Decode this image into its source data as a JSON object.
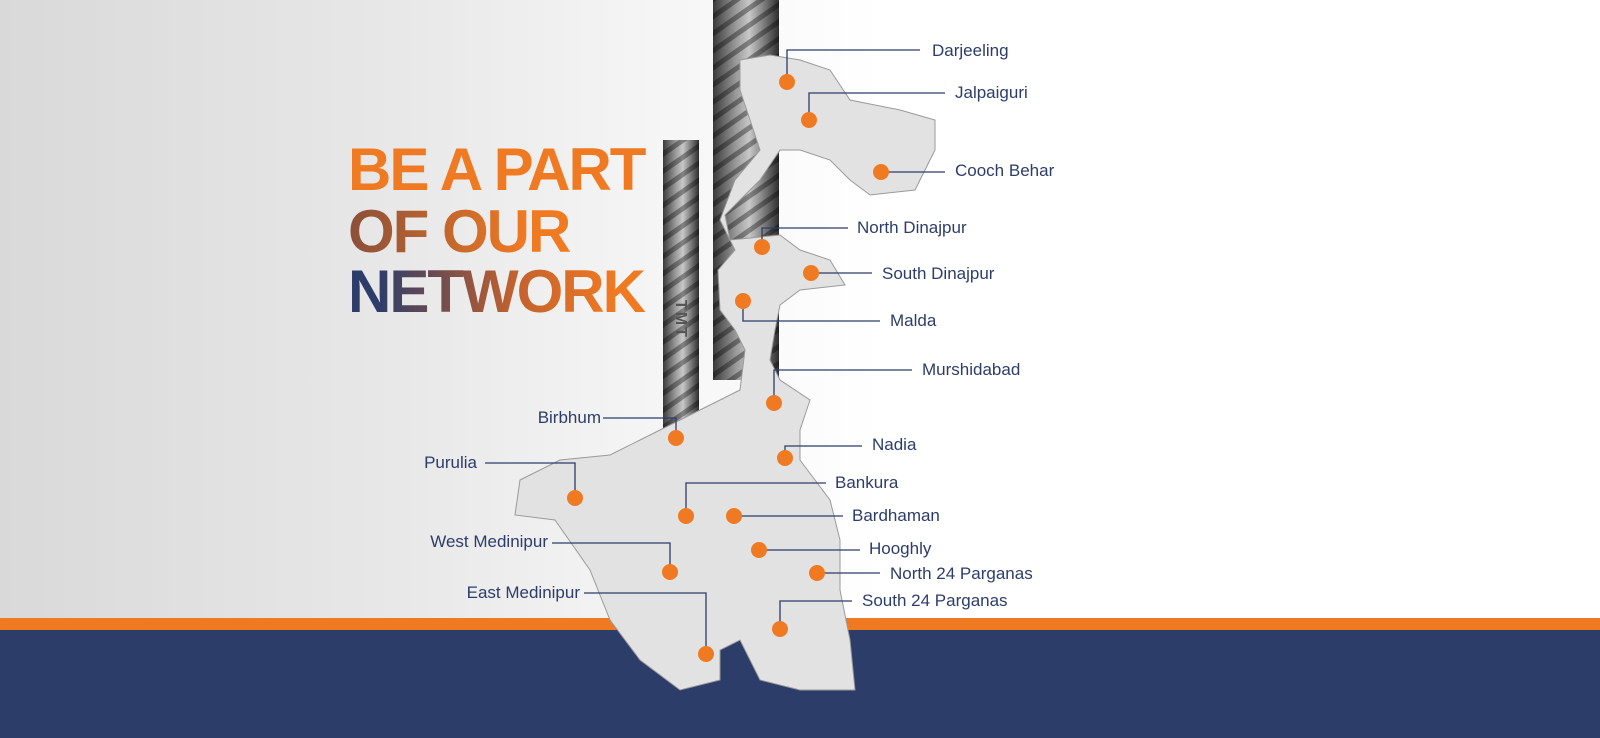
{
  "headline": {
    "line1": "BE A PART",
    "line2": "OF OUR",
    "line3": "NETWORK"
  },
  "rebar_marking": "TMT",
  "colors": {
    "orange": "#f07a22",
    "navy": "#2d3d6a",
    "map": "#e2e2e2"
  },
  "districts": [
    {
      "name": "Darjeeling"
    },
    {
      "name": "Jalpaiguri"
    },
    {
      "name": "Cooch Behar"
    },
    {
      "name": "North Dinajpur"
    },
    {
      "name": "South Dinajpur"
    },
    {
      "name": "Malda"
    },
    {
      "name": "Murshidabad"
    },
    {
      "name": "Birbhum"
    },
    {
      "name": "Nadia"
    },
    {
      "name": "Purulia"
    },
    {
      "name": "Bankura"
    },
    {
      "name": "Bardhaman"
    },
    {
      "name": "West Medinipur"
    },
    {
      "name": "Hooghly"
    },
    {
      "name": "North 24 Parganas"
    },
    {
      "name": "East Medinipur"
    },
    {
      "name": "South 24 Parganas"
    }
  ]
}
